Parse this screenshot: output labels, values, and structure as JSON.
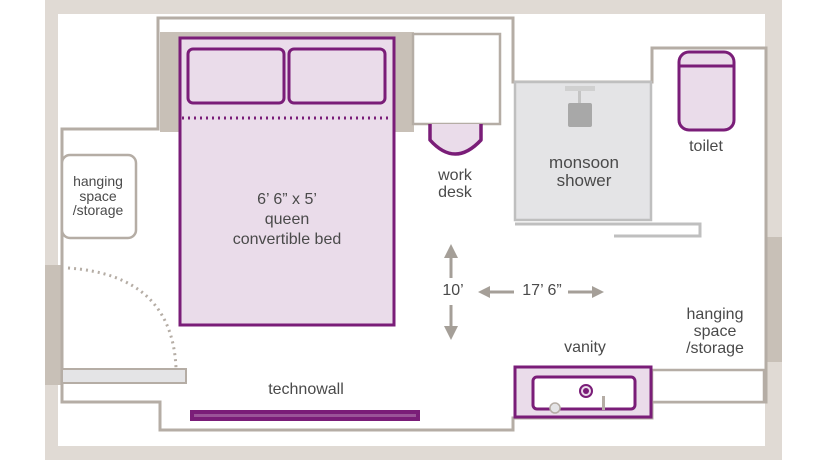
{
  "colors": {
    "frame": "#e0dad4",
    "wall": "#b5ada5",
    "wall_fill": "#c8c0b7",
    "purple": "#7a1d78",
    "bed_fill": "#eadcea",
    "shower_fill": "#e4e4e6",
    "shower_stroke": "#bfbfbf",
    "arrow": "#a59f98",
    "text": "#4a4a4a"
  },
  "labels": {
    "hanging_left": [
      "hanging",
      "space",
      "/storage"
    ],
    "bed": [
      "6’ 6” x 5’",
      "queen",
      "convertible bed"
    ],
    "work_desk": [
      "work",
      "desk"
    ],
    "shower": [
      "monsoon",
      "shower"
    ],
    "toilet": "toilet",
    "dim_height": "10’",
    "dim_width": "17’ 6”",
    "vanity": "vanity",
    "hanging_right": [
      "hanging",
      "space",
      "/storage"
    ],
    "technowall": "technowall"
  }
}
